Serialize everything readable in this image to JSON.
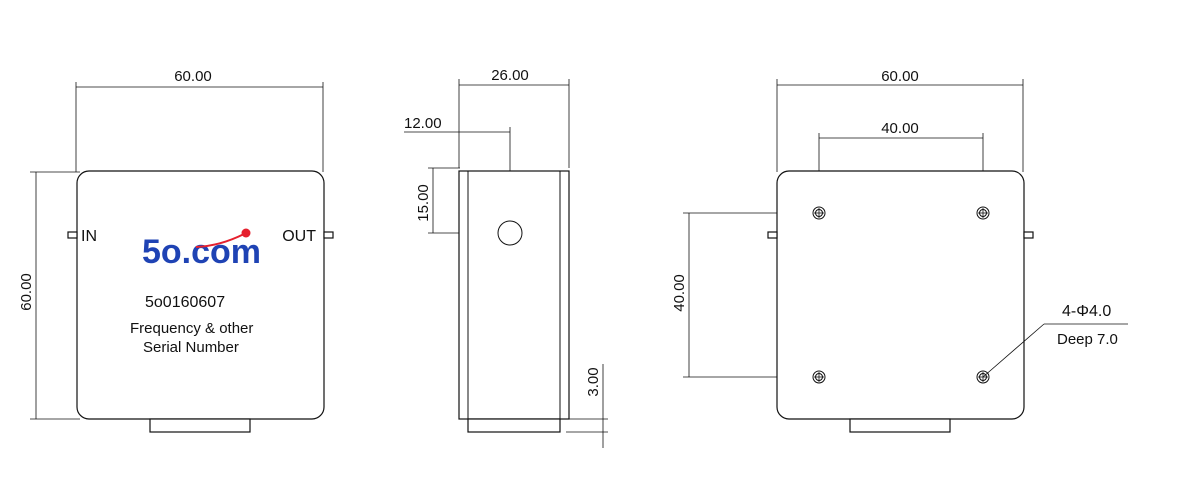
{
  "front_view": {
    "width_dim": "60.00",
    "height_dim": "60.00",
    "port_in": "IN",
    "port_out": "OUT",
    "logo_text": "5o.com",
    "logo_dot_color": "#e5202e",
    "logo_color": "#1f43b4",
    "model": "5o0160607",
    "note_line1": "Frequency & other",
    "note_line2": "Serial Number"
  },
  "side_view": {
    "width_dim": "26.00",
    "connector_offset_dim": "12.00",
    "connector_height_dim": "15.00",
    "base_dim": "3.00"
  },
  "bottom_view": {
    "width_dim": "60.00",
    "hole_spacing_x_dim": "40.00",
    "hole_spacing_y_dim": "40.00",
    "hole_spec": "4-Φ4.0",
    "hole_depth": "Deep 7.0"
  }
}
